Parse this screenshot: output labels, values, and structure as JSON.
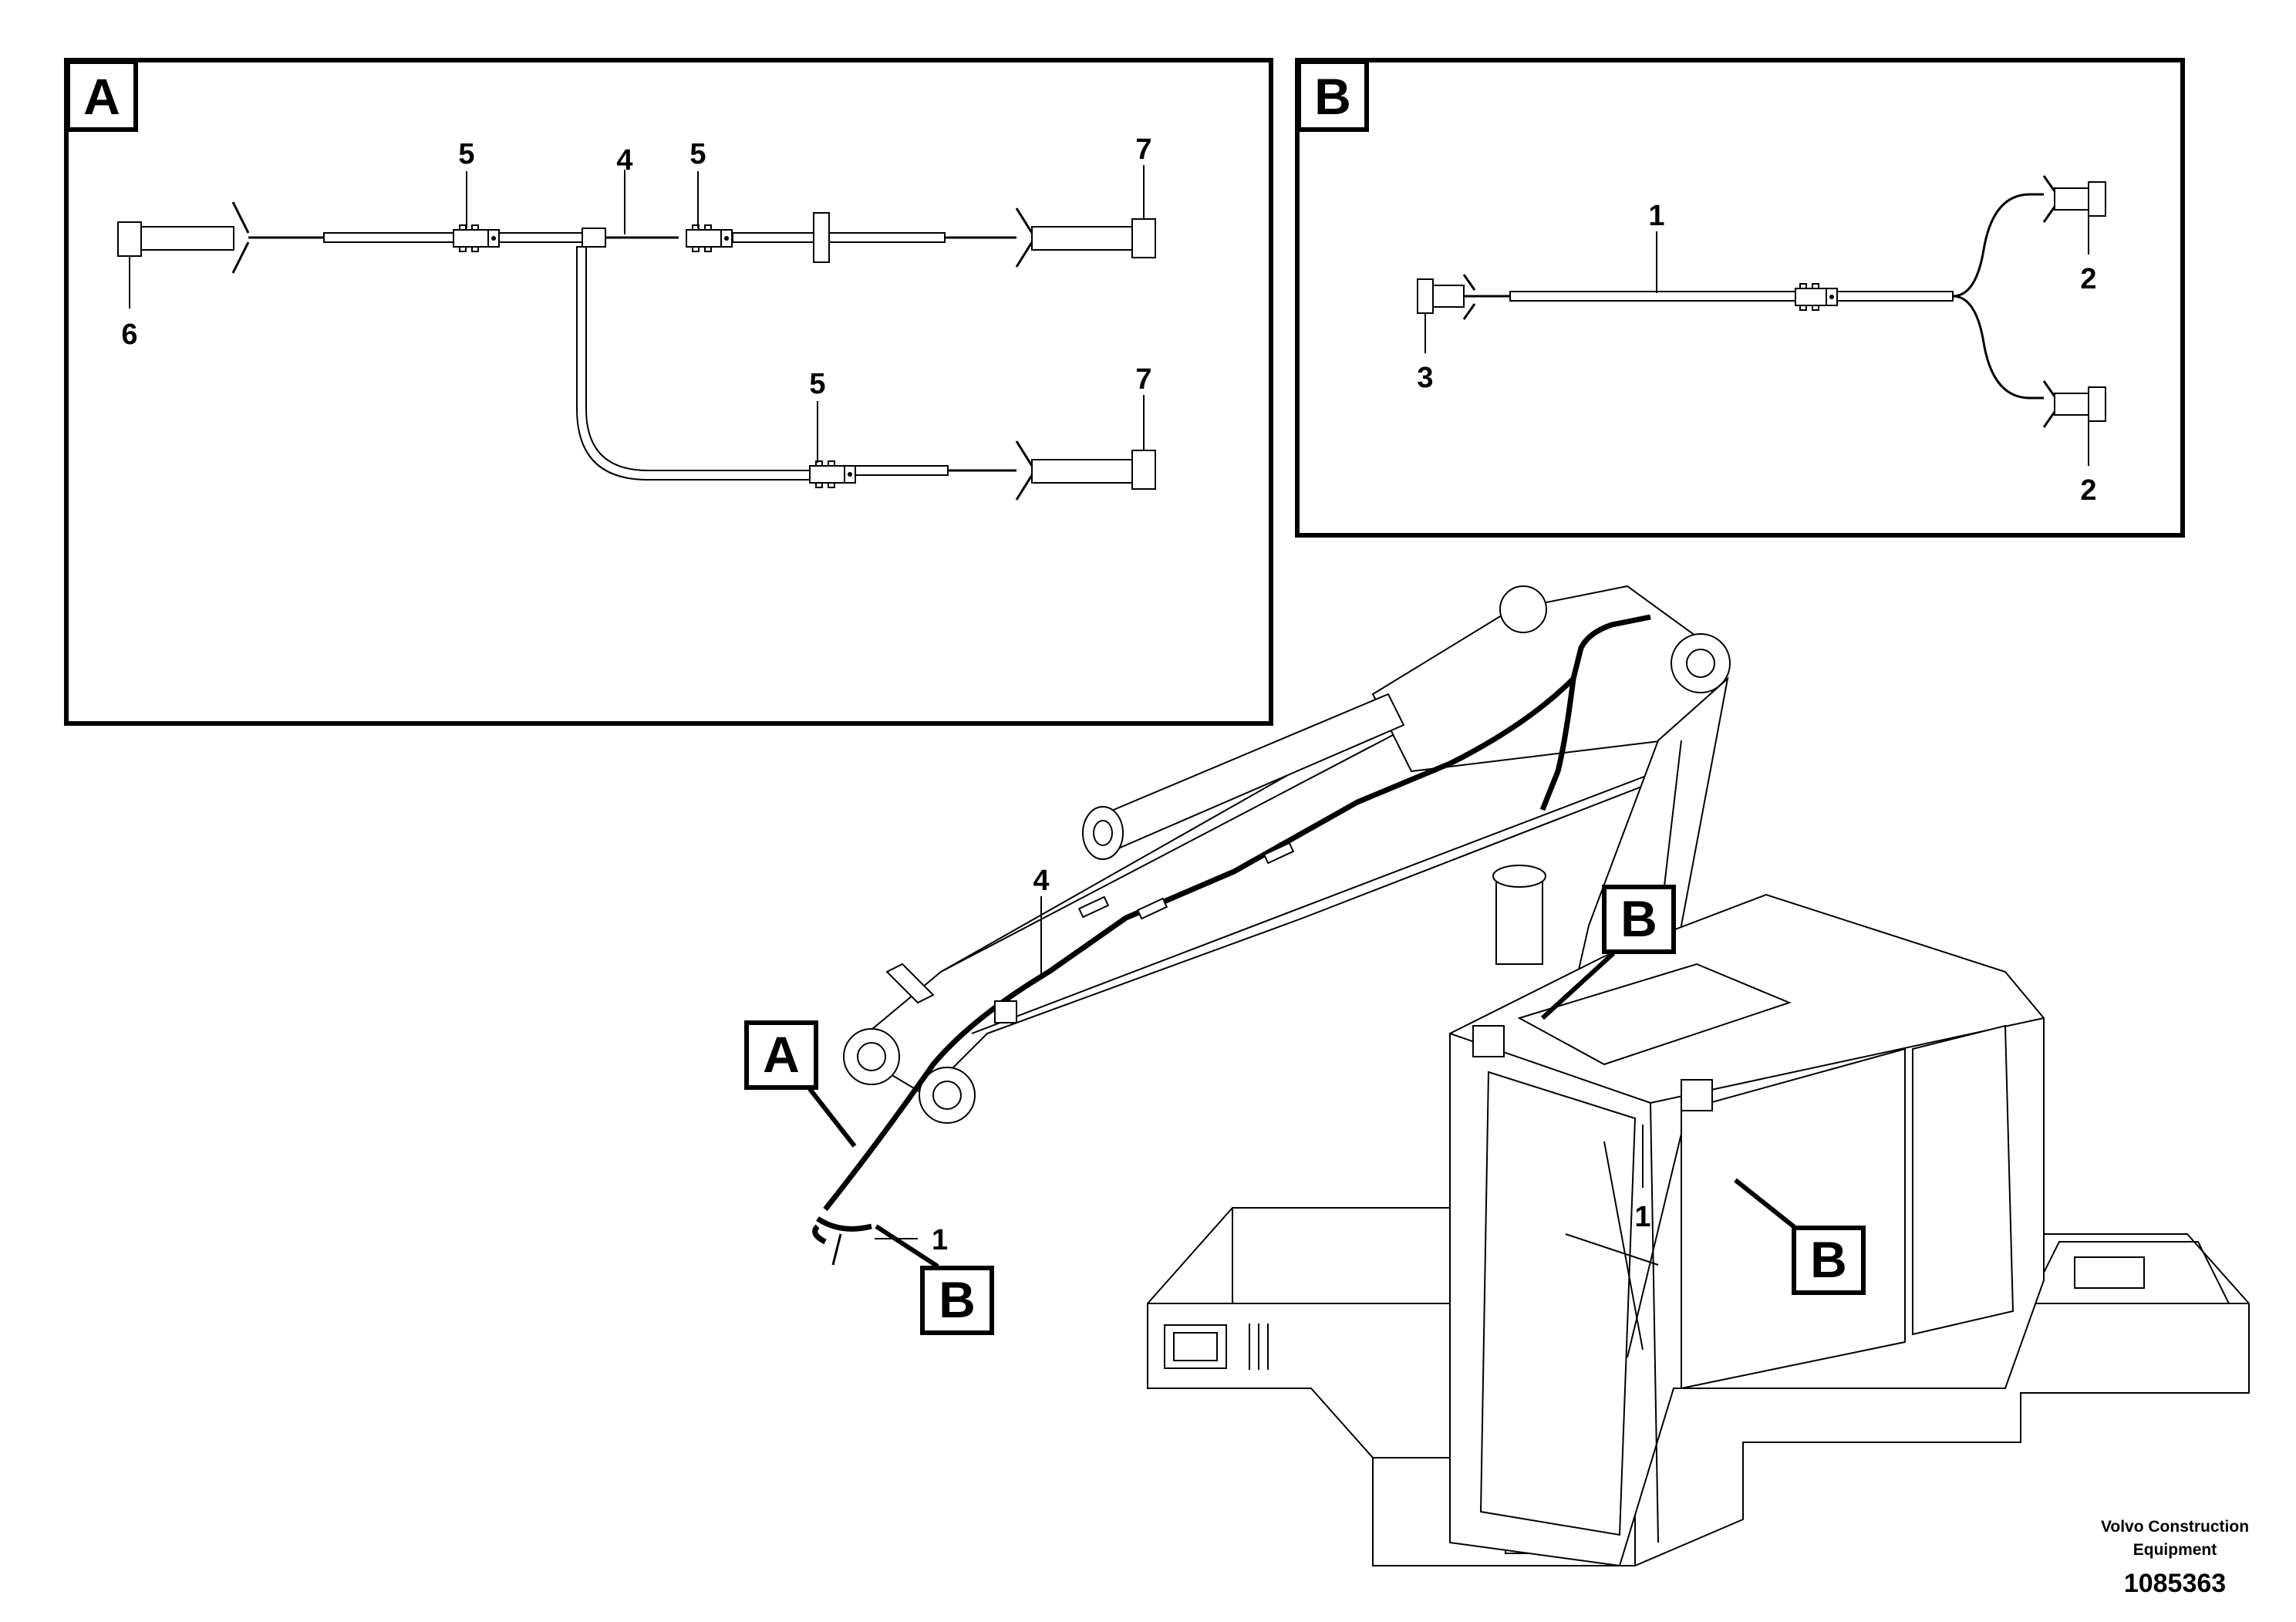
{
  "detail_a": {
    "letter": "A",
    "callouts": {
      "c6": "6",
      "c5a": "5",
      "c4": "4",
      "c5b": "5",
      "c7a": "7",
      "c5c": "5",
      "c7b": "7"
    }
  },
  "detail_b": {
    "letter": "B",
    "callouts": {
      "c1": "1",
      "c2a": "2",
      "c3": "3",
      "c2b": "2"
    }
  },
  "machine": {
    "callout_4": "4",
    "callout_1_left": "1",
    "callout_1_cab": "1",
    "label_a": "A",
    "label_b_left": "B",
    "label_b_top": "B",
    "label_b_right": "B"
  },
  "footer": {
    "company_line1": "Volvo Construction",
    "company_line2": "Equipment",
    "drawing_number": "1085363"
  }
}
